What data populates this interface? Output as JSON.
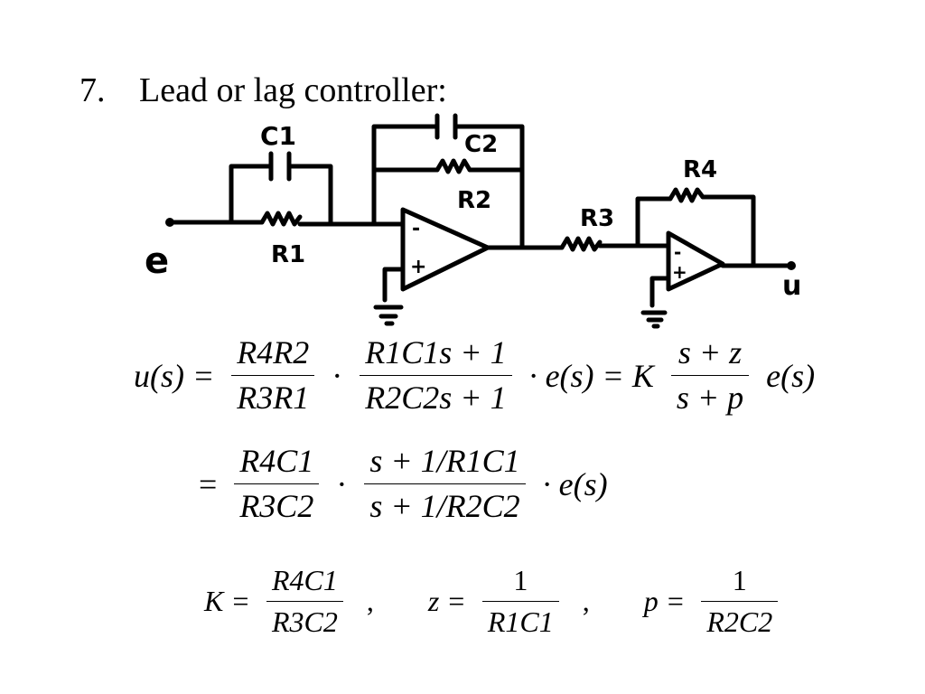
{
  "slide": {
    "number": "7.",
    "title": "Lead or lag controller:"
  },
  "circuit": {
    "labels": {
      "c1": "C1",
      "c2": "C2",
      "r1": "R1",
      "r2": "R2",
      "r3": "R3",
      "r4": "R4",
      "input": "e",
      "output": "u",
      "minus": "-",
      "plus": "+"
    }
  },
  "equations": {
    "line1": {
      "lhs": "u(s) =",
      "frac1_num": "R4R2",
      "frac1_den": "R3R1",
      "frac2_num": "R1C1s + 1",
      "frac2_den": "R2C2s + 1",
      "mid": "· e(s) = K",
      "frac3_num": "s + z",
      "frac3_den": "s + p",
      "tail": "e(s)"
    },
    "line2": {
      "lhs": "=",
      "frac1_num": "R4C1",
      "frac1_den": "R3C2",
      "frac2_num": "s + 1/R1C1",
      "frac2_den": "s + 1/R2C2",
      "tail": "· e(s)"
    },
    "line3": {
      "k_label": "K =",
      "k_num": "R4C1",
      "k_den": "R3C2",
      "sep": ",",
      "z_label": "z =",
      "z_num": "1",
      "z_den": "R1C1",
      "p_label": "p =",
      "p_num": "1",
      "p_den": "R2C2"
    }
  }
}
